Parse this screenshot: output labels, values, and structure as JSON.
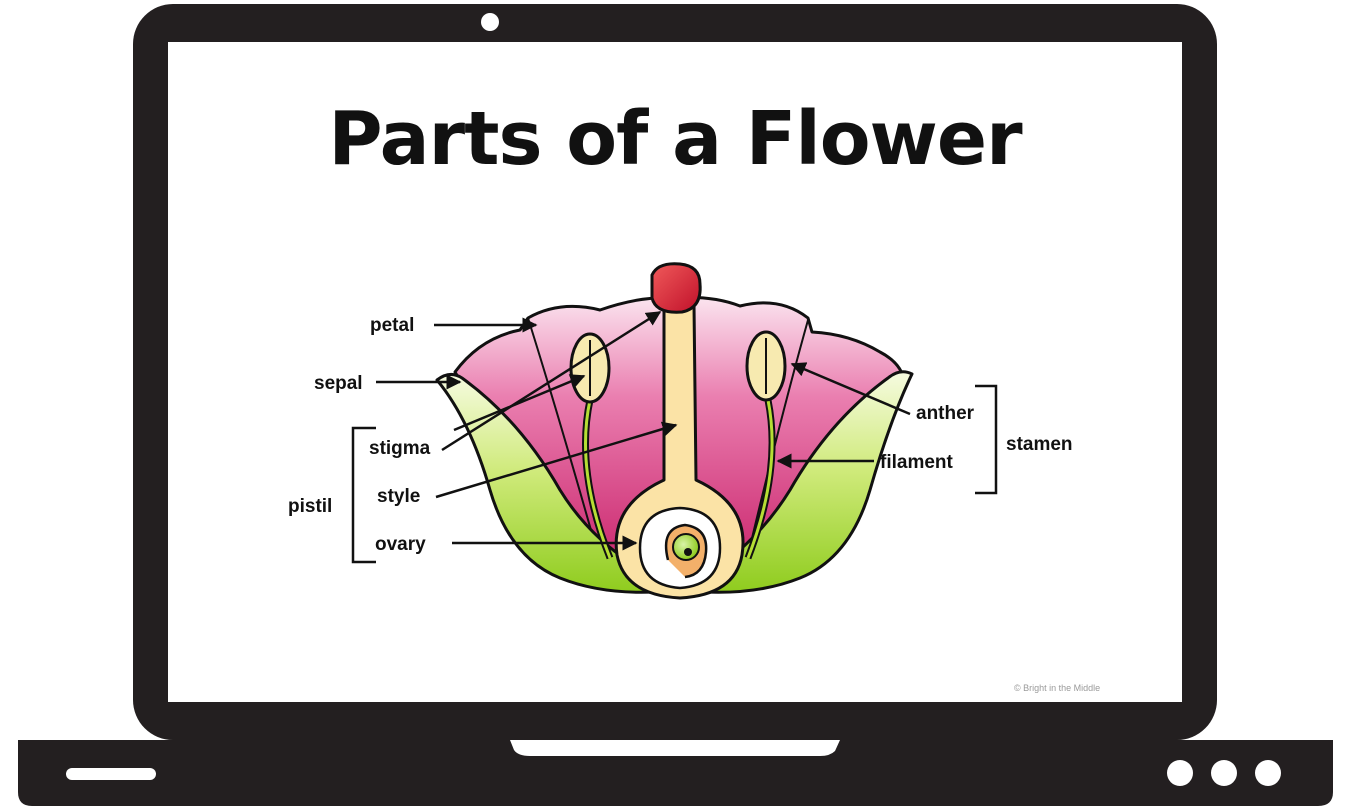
{
  "title": "Parts of a Flower",
  "labels": {
    "petal": "petal",
    "sepal": "sepal",
    "stigma": "stigma",
    "style": "style",
    "ovary": "ovary",
    "pistil": "pistil",
    "anther": "anther",
    "filament": "filament",
    "stamen": "stamen"
  },
  "copyright": "© Bright in the Middle",
  "colors": {
    "laptop_frame": "#231f20",
    "screen": "#ffffff",
    "petal_pink": "#e0528e",
    "petal_light": "#f5c6dc",
    "sepal_green": "#b6de34",
    "pistil_cream": "#fbe3a6",
    "stigma_red": "#d92034",
    "anther_yellow": "#f7eab0"
  }
}
